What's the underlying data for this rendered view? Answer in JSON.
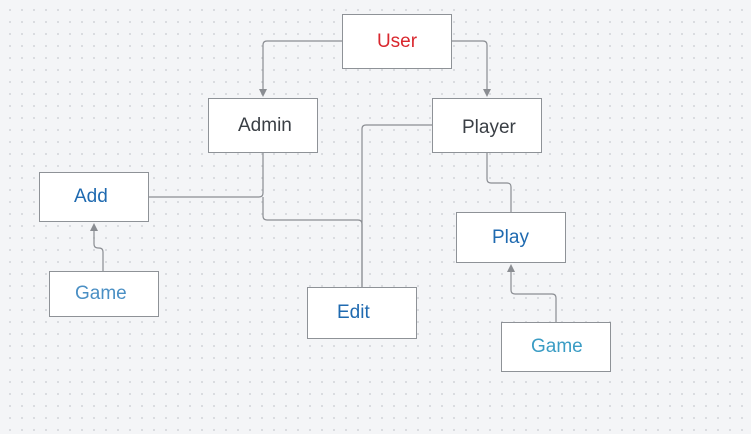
{
  "diagram": {
    "nodes": {
      "user": {
        "label": "User",
        "color": "#d9272e"
      },
      "admin": {
        "label": "Admin",
        "color": "#3a3f45"
      },
      "player": {
        "label": "Player",
        "color": "#3a3f45"
      },
      "add": {
        "label": "Add",
        "color": "#1f6ab0"
      },
      "game_admin": {
        "label": "Game",
        "color": "#4a8fc4"
      },
      "edit": {
        "label": "Edit",
        "color": "#1f6ab0"
      },
      "play": {
        "label": "Play",
        "color": "#1f6ab0"
      },
      "game_player": {
        "label": "Game",
        "color": "#3a9cc4"
      }
    },
    "connections": [
      {
        "from": "User",
        "to": "Admin",
        "arrow": true
      },
      {
        "from": "User",
        "to": "Player",
        "arrow": true
      },
      {
        "from": "Admin",
        "to": "Add",
        "arrow": false
      },
      {
        "from": "Admin",
        "to": "Edit",
        "arrow": false
      },
      {
        "from": "Player",
        "to": "Edit",
        "arrow": false
      },
      {
        "from": "Player",
        "to": "Play",
        "arrow": false
      },
      {
        "from": "Game",
        "to": "Add",
        "arrow": true
      },
      {
        "from": "Game",
        "to": "Play",
        "arrow": true
      }
    ],
    "line_color": "#8a8d92"
  }
}
